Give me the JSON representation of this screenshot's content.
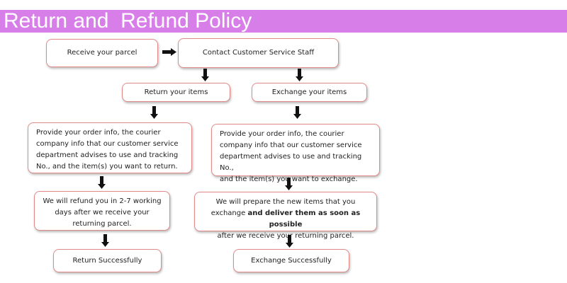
{
  "banner": {
    "title": "Return and  Refund Policy"
  },
  "flow": {
    "receive": "Receive your parcel",
    "contact": "Contact Customer Service Staff",
    "return_items": "Return your items",
    "exchange_items": "Exchange your items",
    "return_info": [
      "Provide your order info, the courier",
      "company info that our customer service",
      "department advises to use and tracking",
      "No., and the item(s) you want to return."
    ],
    "exchange_info": [
      "Provide your order info, the courier",
      "company info that our customer service",
      "department advises to use and tracking No.,",
      "and the item(s) you want to exchange."
    ],
    "refund": [
      "We will refund you in 2-7 working",
      "days after we receive your",
      "returning parcel."
    ],
    "prepare": {
      "line1": "We will prepare the new items that you",
      "line2_a": "exchange ",
      "line2_b": "and deliver them as soon as possible",
      "line3": "after we receive your returning parcel."
    },
    "return_success": "Return Successfully",
    "exchange_success": "Exchange Successfully"
  },
  "colors": {
    "banner": "#d87ee8",
    "box_border": "#e08a8a",
    "arrow": "#111111"
  }
}
